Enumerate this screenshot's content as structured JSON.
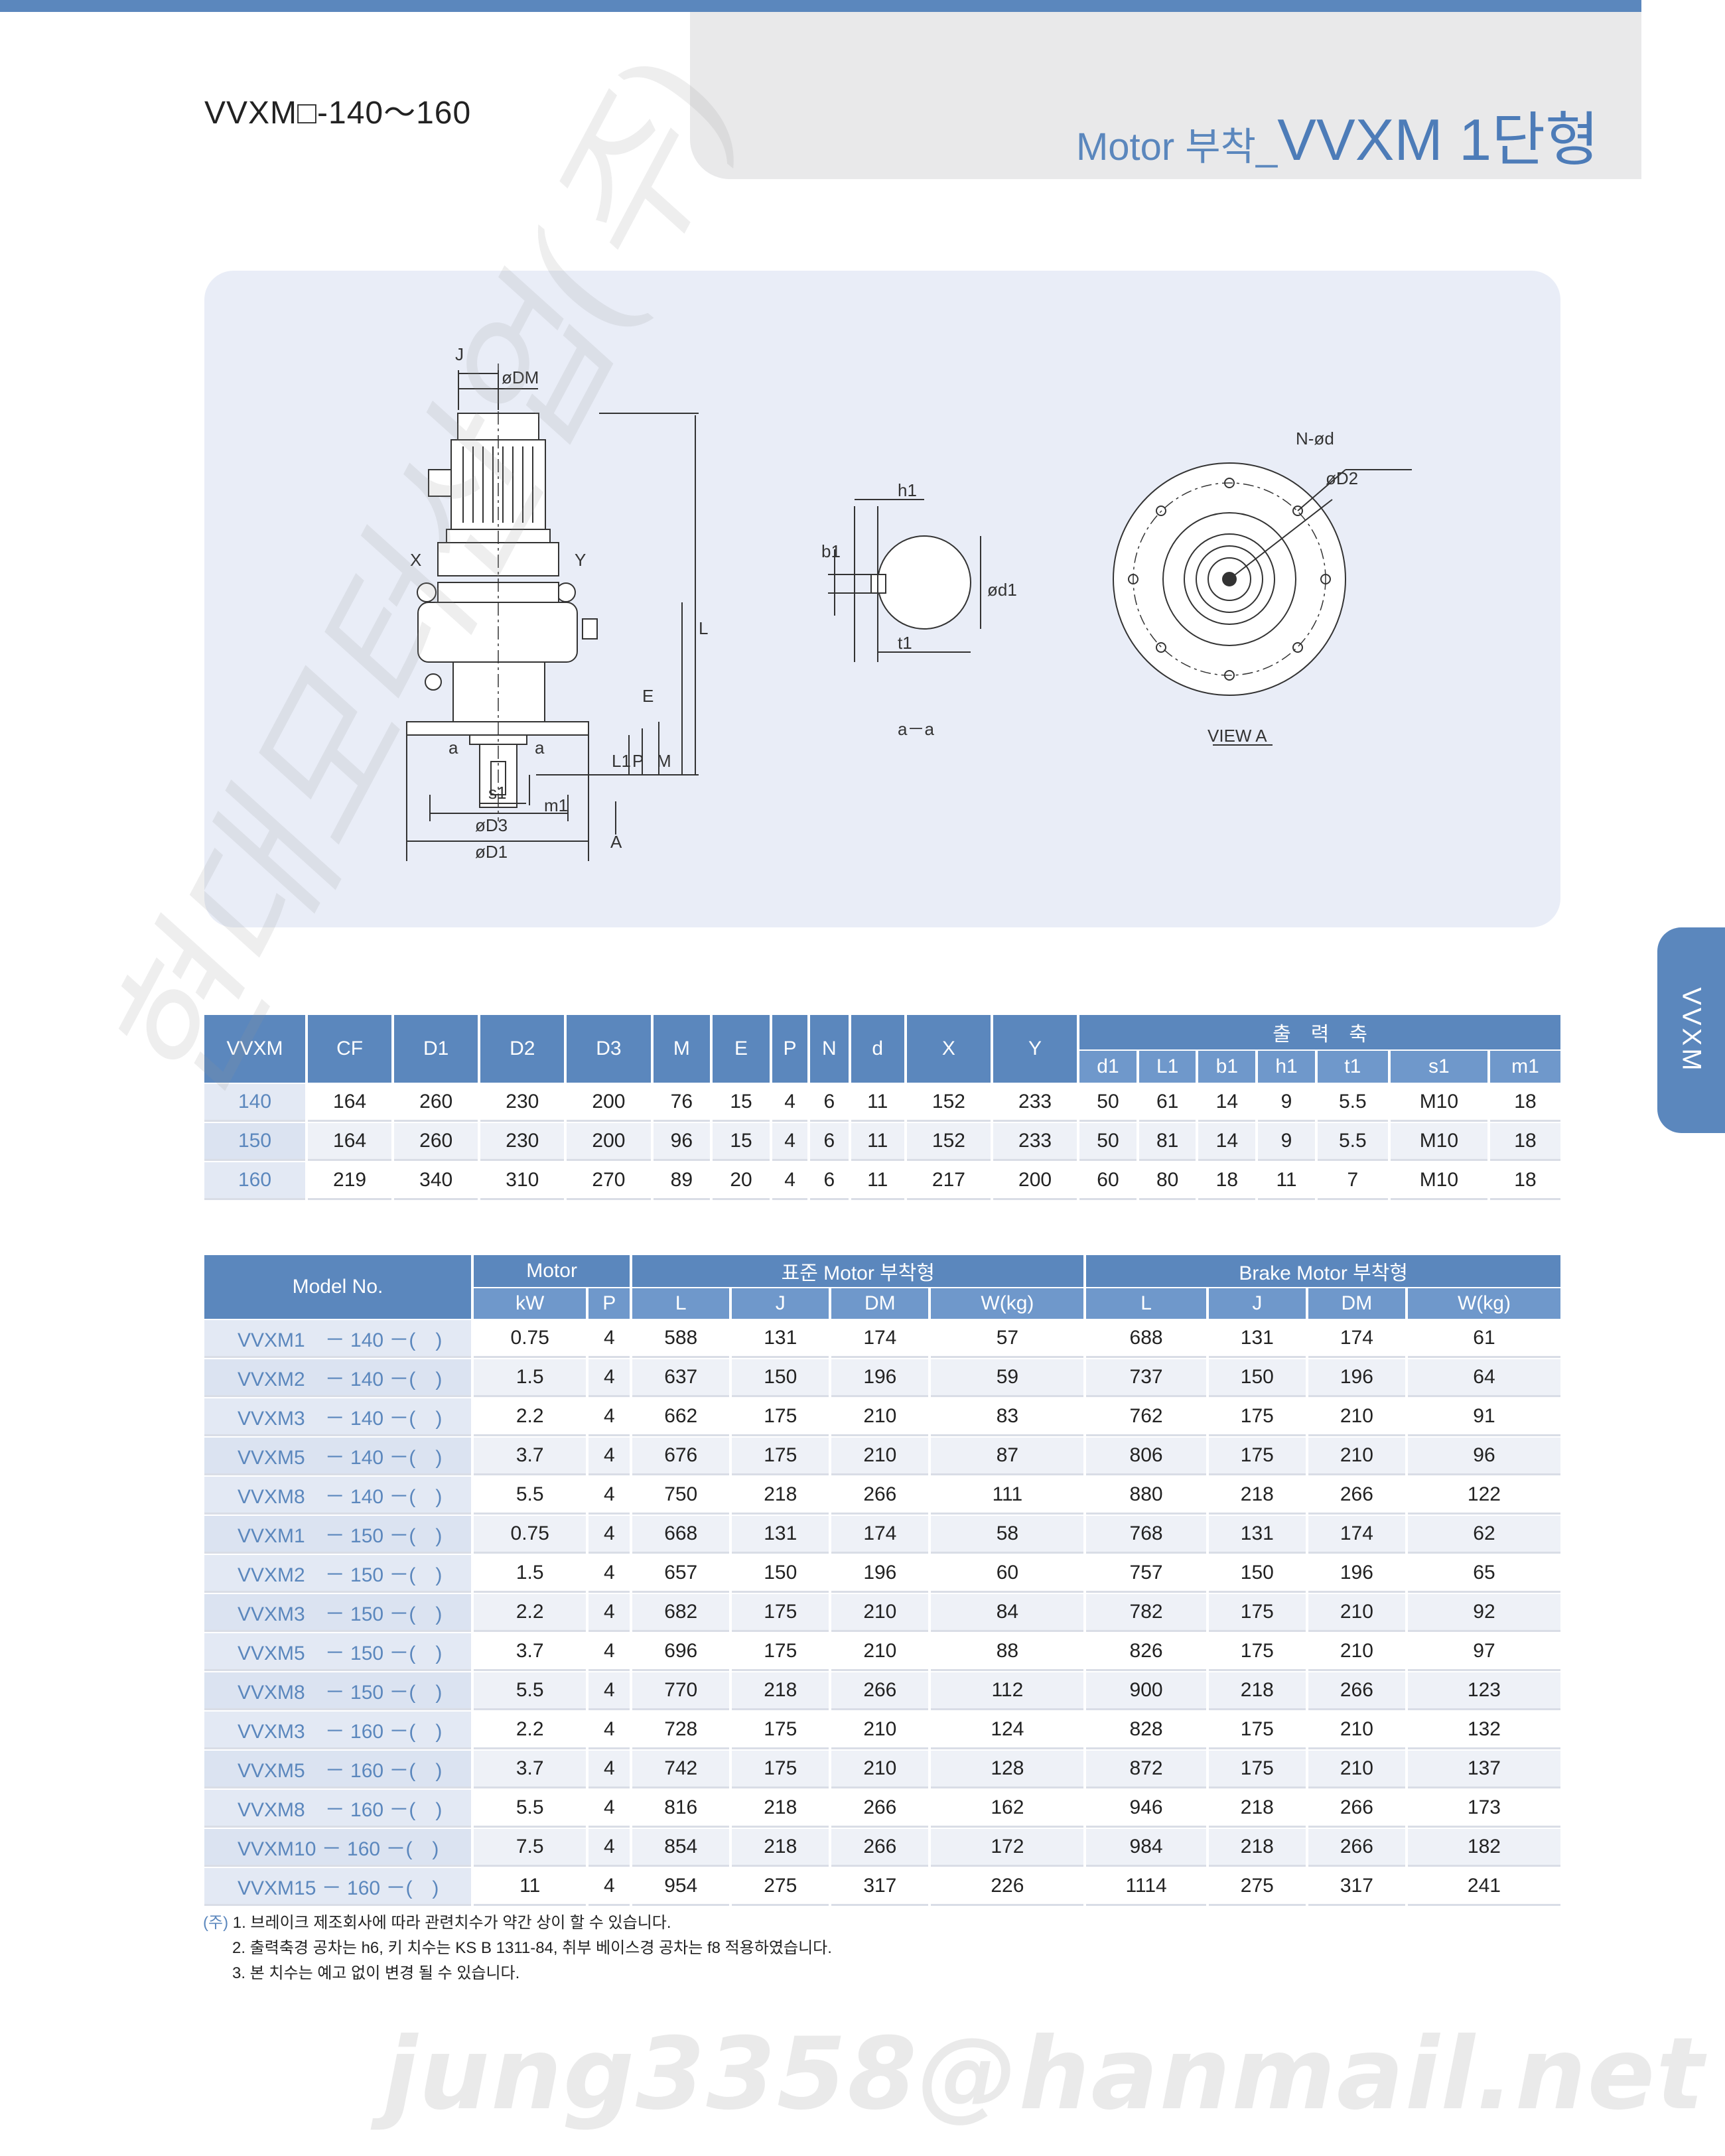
{
  "header": {
    "model_code": "VVXM□-140～160",
    "title_prefix": "Motor 부착_",
    "title_main": "VVXM 1단형"
  },
  "side_tab": {
    "label": "VVXM"
  },
  "drawing": {
    "labels": {
      "J": "J",
      "DM": "øDM",
      "X": "X",
      "Y": "Y",
      "L": "L",
      "E": "E",
      "L1": "L1",
      "P": "P",
      "M": "M",
      "a_left": "a",
      "a_right": "a",
      "s1": "s1",
      "m1": "m1",
      "D3": "øD3",
      "D1": "øD1",
      "A": "A",
      "h1": "h1",
      "b1": "b1",
      "d1": "ød1",
      "t1": "t1",
      "section": "a－a",
      "Nd": "N-ød",
      "D2": "øD2",
      "view": "VIEW A"
    }
  },
  "dim_table": {
    "header_model": "VVXM",
    "headers": [
      "CF",
      "D1",
      "D2",
      "D3",
      "M",
      "E",
      "P",
      "N",
      "d",
      "X",
      "Y"
    ],
    "output_shaft_label": "출　력　축",
    "output_headers": [
      "d1",
      "L1",
      "b1",
      "h1",
      "t1",
      "s1",
      "m1"
    ],
    "rows": [
      [
        "140",
        "164",
        "260",
        "230",
        "200",
        "76",
        "15",
        "4",
        "6",
        "11",
        "152",
        "233",
        "50",
        "61",
        "14",
        "9",
        "5.5",
        "M10",
        "18"
      ],
      [
        "150",
        "164",
        "260",
        "230",
        "200",
        "96",
        "15",
        "4",
        "6",
        "11",
        "152",
        "233",
        "50",
        "81",
        "14",
        "9",
        "5.5",
        "M10",
        "18"
      ],
      [
        "160",
        "219",
        "340",
        "310",
        "270",
        "89",
        "20",
        "4",
        "6",
        "11",
        "217",
        "200",
        "60",
        "80",
        "18",
        "11",
        "7",
        "M10",
        "18"
      ]
    ]
  },
  "model_table": {
    "header_model": "Model No.",
    "group_motor": "Motor",
    "group_standard": "표준 Motor 부착형",
    "group_brake": "Brake Motor 부착형",
    "sub_headers": [
      "kW",
      "P",
      "L",
      "J",
      "DM",
      "W(kg)",
      "L",
      "J",
      "DM",
      "W(kg)"
    ],
    "rows": [
      [
        "VVXM1　－ 140 －(　)",
        "0.75",
        "4",
        "588",
        "131",
        "174",
        "57",
        "688",
        "131",
        "174",
        "61"
      ],
      [
        "VVXM2　－ 140 －(　)",
        "1.5",
        "4",
        "637",
        "150",
        "196",
        "59",
        "737",
        "150",
        "196",
        "64"
      ],
      [
        "VVXM3　－ 140 －(　)",
        "2.2",
        "4",
        "662",
        "175",
        "210",
        "83",
        "762",
        "175",
        "210",
        "91"
      ],
      [
        "VVXM5　－ 140 －(　)",
        "3.7",
        "4",
        "676",
        "175",
        "210",
        "87",
        "806",
        "175",
        "210",
        "96"
      ],
      [
        "VVXM8　－ 140 －(　)",
        "5.5",
        "4",
        "750",
        "218",
        "266",
        "111",
        "880",
        "218",
        "266",
        "122"
      ],
      [
        "VVXM1　－ 150 －(　)",
        "0.75",
        "4",
        "668",
        "131",
        "174",
        "58",
        "768",
        "131",
        "174",
        "62"
      ],
      [
        "VVXM2　－ 150 －(　)",
        "1.5",
        "4",
        "657",
        "150",
        "196",
        "60",
        "757",
        "150",
        "196",
        "65"
      ],
      [
        "VVXM3　－ 150 －(　)",
        "2.2",
        "4",
        "682",
        "175",
        "210",
        "84",
        "782",
        "175",
        "210",
        "92"
      ],
      [
        "VVXM5　－ 150 －(　)",
        "3.7",
        "4",
        "696",
        "175",
        "210",
        "88",
        "826",
        "175",
        "210",
        "97"
      ],
      [
        "VVXM8　－ 150 －(　)",
        "5.5",
        "4",
        "770",
        "218",
        "266",
        "112",
        "900",
        "218",
        "266",
        "123"
      ],
      [
        "VVXM3　－ 160 －(　)",
        "2.2",
        "4",
        "728",
        "175",
        "210",
        "124",
        "828",
        "175",
        "210",
        "132"
      ],
      [
        "VVXM5　－ 160 －(　)",
        "3.7",
        "4",
        "742",
        "175",
        "210",
        "128",
        "872",
        "175",
        "210",
        "137"
      ],
      [
        "VVXM8　－ 160 －(　)",
        "5.5",
        "4",
        "816",
        "218",
        "266",
        "162",
        "946",
        "218",
        "266",
        "173"
      ],
      [
        "VVXM10 － 160 －(　)",
        "7.5",
        "4",
        "854",
        "218",
        "266",
        "172",
        "984",
        "218",
        "266",
        "182"
      ],
      [
        "VVXM15 － 160 －(　)",
        "11",
        "4",
        "954",
        "275",
        "317",
        "226",
        "1114",
        "275",
        "317",
        "241"
      ]
    ]
  },
  "notes": {
    "mark": "(주)",
    "items": [
      "1. 브레이크 제조회사에 따라 관련치수가 약간 상이 할 수 있습니다.",
      "2. 출력축경 공차는 h6, 키 치수는 KS B 1311-84, 취부 베이스경 공차는 f8 적용하였습니다.",
      "3. 본 치수는 예고 없이 변경 될 수 있습니다."
    ]
  },
  "watermarks": {
    "diagonal": "현대모터산업(주)",
    "email": "jung3358@hanmail.net"
  },
  "colors": {
    "accent": "#5b87bd",
    "panel": "#e9edf7",
    "header_gray": "#e9e9ea"
  }
}
